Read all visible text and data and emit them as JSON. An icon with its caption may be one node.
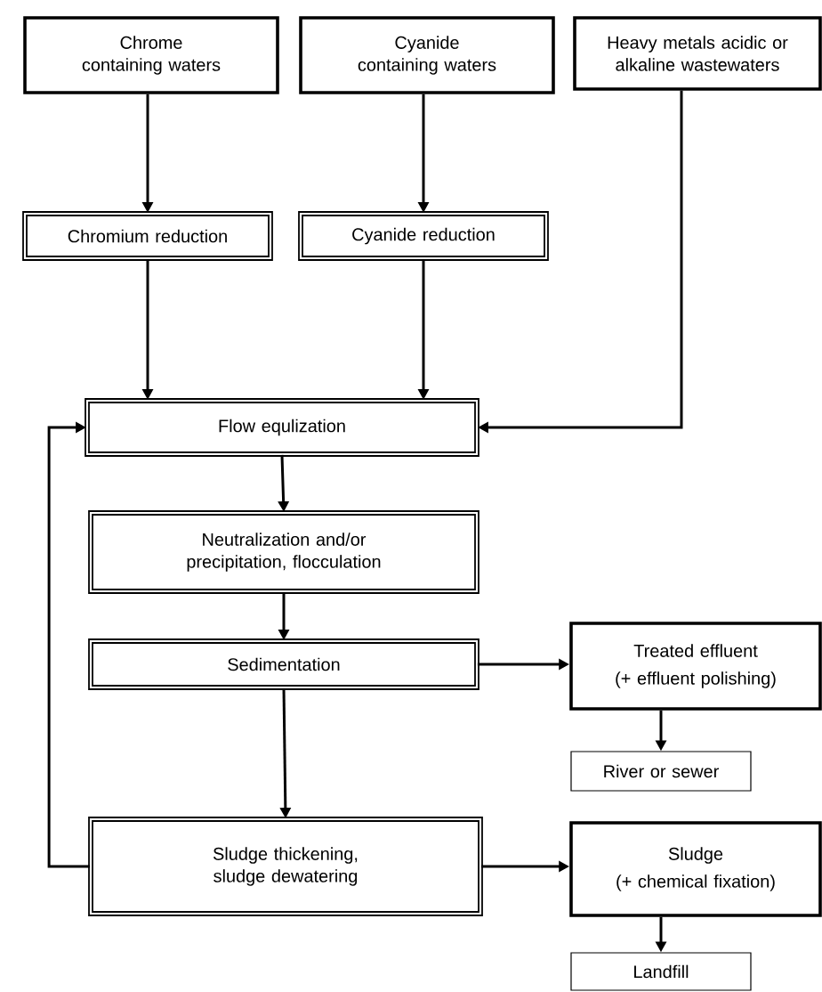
{
  "diagram": {
    "nodes": [
      {
        "text": [
          "Chrome containing waters"
        ]
      },
      {
        "text": [
          "Cyanide containing waters"
        ]
      },
      {
        "text": [
          "Heavy metals acidic or alkaline wastewaters"
        ]
      },
      {
        "text": [
          "Chromium reduction"
        ]
      },
      {
        "text": [
          "Cyanide reduction"
        ]
      },
      {
        "text": [
          "Flow equlization"
        ]
      },
      {
        "text": [
          "Neutralization and/or precipitation, flocculation"
        ]
      },
      {
        "text": [
          "Sedimentation"
        ]
      },
      {
        "text": [
          "Treated effluent",
          "(+ effluent polishing)"
        ]
      },
      {
        "text": [
          "River or sewer"
        ]
      },
      {
        "text": [
          "Sludge thickening, sludge dewatering"
        ]
      },
      {
        "text": [
          "Sludge",
          "(+ chemical fixation)"
        ]
      },
      {
        "text": [
          "Landfill"
        ]
      }
    ],
    "edges": [
      {
        "from": 0,
        "to": 3,
        "arrow": "to"
      },
      {
        "from": 1,
        "to": 4,
        "arrow": "to"
      },
      {
        "from": 3,
        "to": 5,
        "arrow": "to"
      },
      {
        "from": 4,
        "to": 5,
        "arrow": "to"
      },
      {
        "from": 2,
        "to": 5,
        "arrow": "to"
      },
      {
        "from": 5,
        "to": 6,
        "arrow": "to"
      },
      {
        "from": 6,
        "to": 7,
        "arrow": "to"
      },
      {
        "from": 7,
        "to": 8,
        "arrow": "to"
      },
      {
        "from": 8,
        "to": 9,
        "arrow": "to"
      },
      {
        "from": 7,
        "to": 10,
        "arrow": "to"
      },
      {
        "from": 10,
        "to": 11,
        "arrow": "to"
      },
      {
        "from": 11,
        "to": 12,
        "arrow": "to"
      },
      {
        "from": 10,
        "to": 5,
        "arrow": "to"
      }
    ]
  }
}
